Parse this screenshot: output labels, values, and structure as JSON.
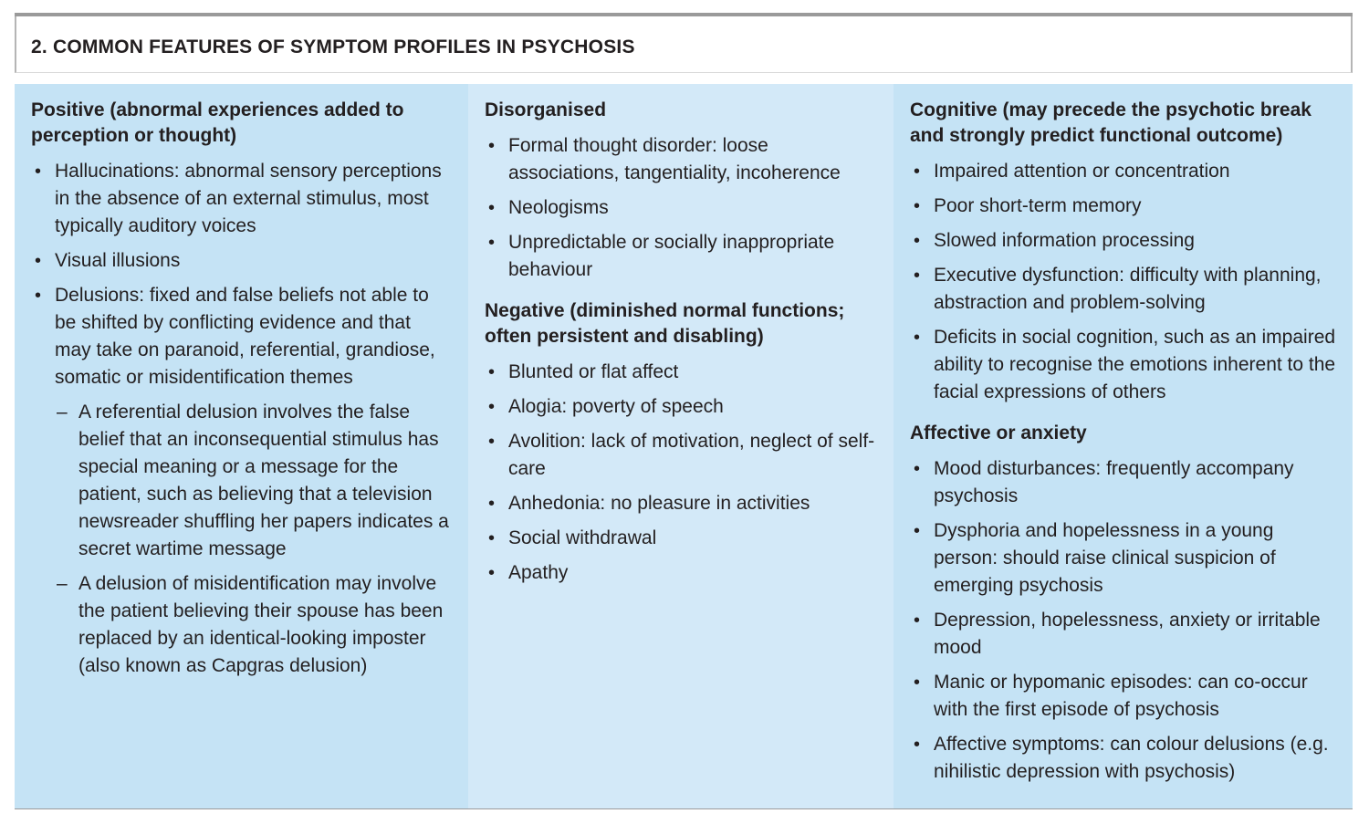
{
  "title": "2. COMMON FEATURES OF SYMPTOM PROFILES IN PSYCHOSIS",
  "columns": [
    {
      "sections": [
        {
          "heading": "Positive (abnormal experiences added to perception or thought)",
          "items": [
            "Hallucinations: abnormal sensory perceptions in the absence of an external stimulus, most typically auditory voices",
            "Visual illusions",
            "Delusions: fixed and false beliefs not able to be shifted by conflicting evidence and that may take on paranoid, referential, grandiose, somatic or misidentification themes"
          ],
          "subitems": [
            "A referential delusion involves the false belief that an inconsequential stimulus has special meaning or a message for the patient, such as believing that a television newsreader shuffling her papers indicates a secret wartime message",
            "A delusion of misidentification may involve the patient believing their spouse has been replaced by an identical-looking imposter (also known as Capgras delusion)"
          ]
        }
      ]
    },
    {
      "sections": [
        {
          "heading": "Disorganised",
          "items": [
            "Formal thought disorder: loose associations, tangentiality, incoherence",
            "Neologisms",
            "Unpredictable or socially inappropriate behaviour"
          ]
        },
        {
          "heading": "Negative (diminished normal functions; often persistent and disabling)",
          "items": [
            "Blunted or flat affect",
            "Alogia: poverty of speech",
            "Avolition: lack of motivation, neglect of self-care",
            "Anhedonia: no pleasure in activities",
            "Social withdrawal",
            "Apathy"
          ]
        }
      ]
    },
    {
      "sections": [
        {
          "heading": "Cognitive (may precede the psychotic break and strongly predict functional outcome)",
          "items": [
            "Impaired attention or concentration",
            "Poor short-term memory",
            "Slowed information processing",
            "Executive dysfunction: difficulty with planning, abstraction and problem-solving",
            "Deficits in social cognition, such as an impaired ability to recognise the emotions inherent to the facial expressions of others"
          ]
        },
        {
          "heading": "Affective or anxiety",
          "items": [
            "Mood disturbances: frequently accompany psychosis",
            "Dysphoria and hopelessness in a young person: should raise clinical suspicion of emerging psychosis",
            "Depression, hopelessness, anxiety or irritable mood",
            "Manic or hypomanic episodes: can co-occur with the first episode of psychosis",
            "Affective symptoms: can colour delusions (e.g. nihilistic depression with psychosis)"
          ]
        }
      ]
    }
  ]
}
